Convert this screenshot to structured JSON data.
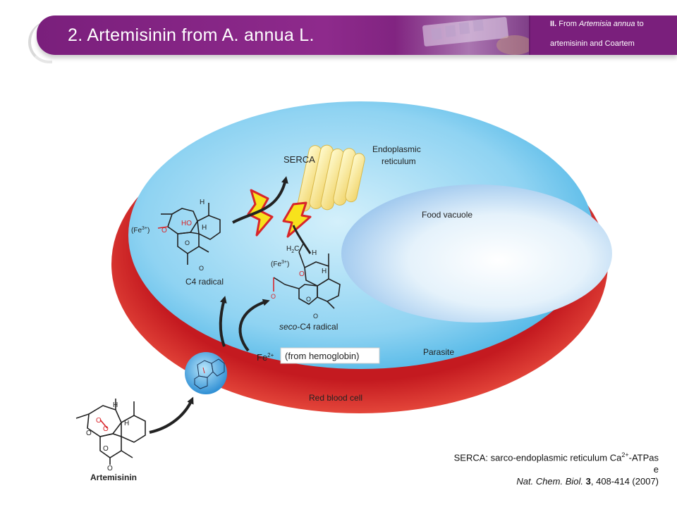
{
  "header": {
    "title": "2. Artemisinin from A. annua L.",
    "section_prefix": "II.",
    "section_from": " From ",
    "section_species": "Artemisia annua",
    "section_to": " to",
    "section_line2": "artemisinin and Coartem"
  },
  "diagram": {
    "serca_label": "SERCA",
    "er_label_line1": "Endoplasmic",
    "er_label_line2": "reticulum",
    "food_vacuole_label": "Food vacuole",
    "c4_radical_label": "C4 radical",
    "seco_prefix": "seco",
    "seco_suffix": "-C4 radical",
    "fe_label": "Fe",
    "fe_charge": "2+",
    "hemoglobin_label": "(from hemoglobin)",
    "parasite_label": "Parasite",
    "rbc_label": "Red blood cell",
    "artemisinin_label": "Artemisinin",
    "fe3_label": "(Fe",
    "fe3_charge": "3+",
    "fe3_close": ")",
    "h_label": "H",
    "ho_label": "HO",
    "h2c_label": "H",
    "h2c_sub": "2",
    "h2c_c": "C",
    "o_label": "O"
  },
  "footnote": {
    "serca_def_a": "SERCA: sarco-endoplasmic reticulum Ca",
    "serca_def_sup": "2+",
    "serca_def_b": "-ATPas",
    "serca_def_c": "e",
    "citation_journal": "Nat. Chem. Biol.",
    "citation_volume": "3",
    "citation_pages": ", 408-414 (2007)"
  },
  "colors": {
    "header_purple": "#7a1f7c",
    "rbc_red": "#d8252a",
    "parasite_blue": "#7fcdf0",
    "bolt_yellow": "#f7e21c",
    "oxygen_red": "#d8252a"
  }
}
